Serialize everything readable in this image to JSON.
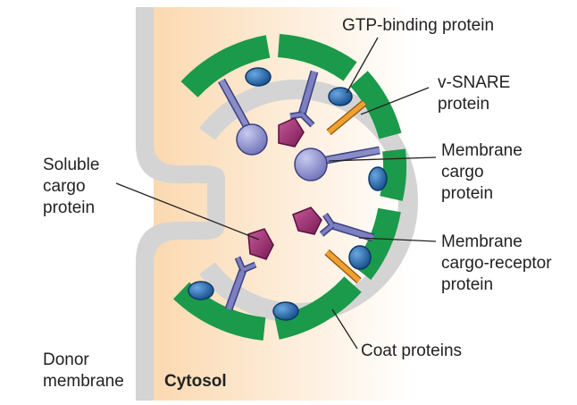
{
  "labels": {
    "gtp_binding_protein": [
      "GTP-binding protein"
    ],
    "v_snare_protein": [
      "v-SNARE",
      "protein"
    ],
    "membrane_cargo_protein": [
      "Membrane",
      "cargo",
      "protein"
    ],
    "membrane_cargo_receptor_protein": [
      "Membrane",
      "cargo-receptor",
      "protein"
    ],
    "coat_proteins": [
      "Coat proteins"
    ],
    "soluble_cargo_protein": [
      "Soluble",
      "cargo",
      "protein"
    ],
    "donor_membrane": [
      "Donor",
      "membrane"
    ],
    "cytosol": [
      "Cytosol"
    ]
  },
  "colors": {
    "cytosol_gradient_start": "#fbd9b0",
    "cytosol_gradient_end": "#ffffff",
    "membrane": "#d4d4d4",
    "coat": "#1a9a4a",
    "gtp_blue": "#1f5fa0",
    "cargo_purple": "#8a8cc8",
    "receptor_purple": "#7d80c0",
    "soluble_magenta": "#9a2a6c",
    "snare_orange": "#f0a030",
    "leader_line": "#222222",
    "text": "#222222"
  }
}
